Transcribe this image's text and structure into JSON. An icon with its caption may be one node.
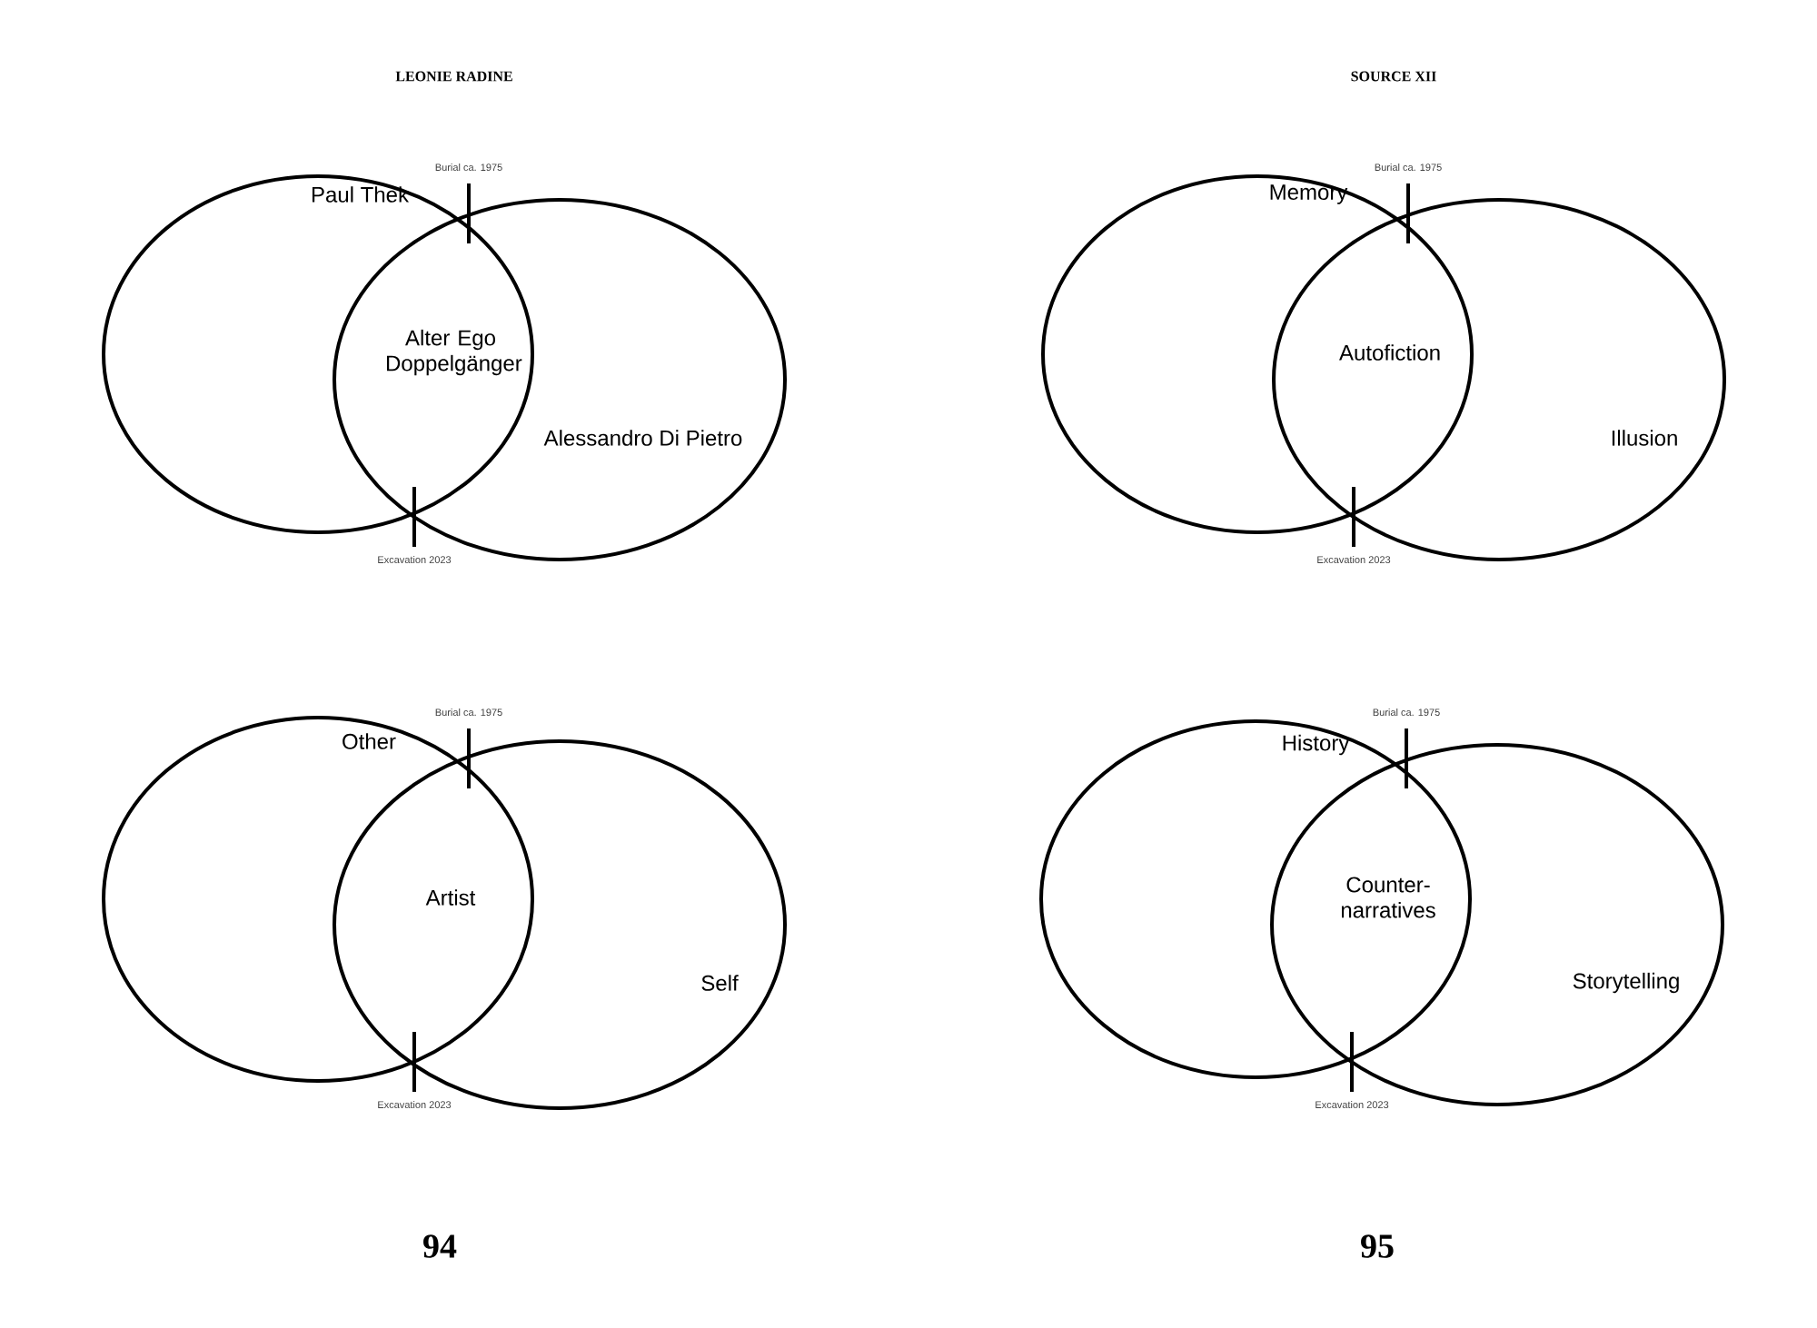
{
  "diagram": {
    "nodes": [
      {
        "text": [
          "Paul Thek"
        ],
        "beside": [
          "Burial ca. 1975"
        ]
      },
      {
        "text": [
          "Alessandro Di Pietro"
        ],
        "beside": [
          "Excavation 2023"
        ]
      },
      {
        "text": [
          "Memory"
        ],
        "beside": [
          "Burial ca. 1975"
        ]
      },
      {
        "text": [
          "Illusion"
        ],
        "beside": [
          "Excavation 2023"
        ]
      },
      {
        "text": [
          "Other"
        ],
        "beside": [
          "Burial ca. 1975"
        ]
      },
      {
        "text": [
          "Self"
        ],
        "beside": [
          "Excavation 2023"
        ]
      },
      {
        "text": [
          "History"
        ],
        "beside": [
          "Burial ca. 1975"
        ]
      },
      {
        "text": [
          "Storytelling"
        ],
        "beside": [
          "Excavation 2023"
        ]
      }
    ],
    "labels": [
      "LEONIE RADINE",
      "SOURCE XII",
      "Alter Ego Doppelgänger",
      "Autofiction",
      "Artist",
      "Counter- narratives",
      "94",
      "95"
    ]
  }
}
